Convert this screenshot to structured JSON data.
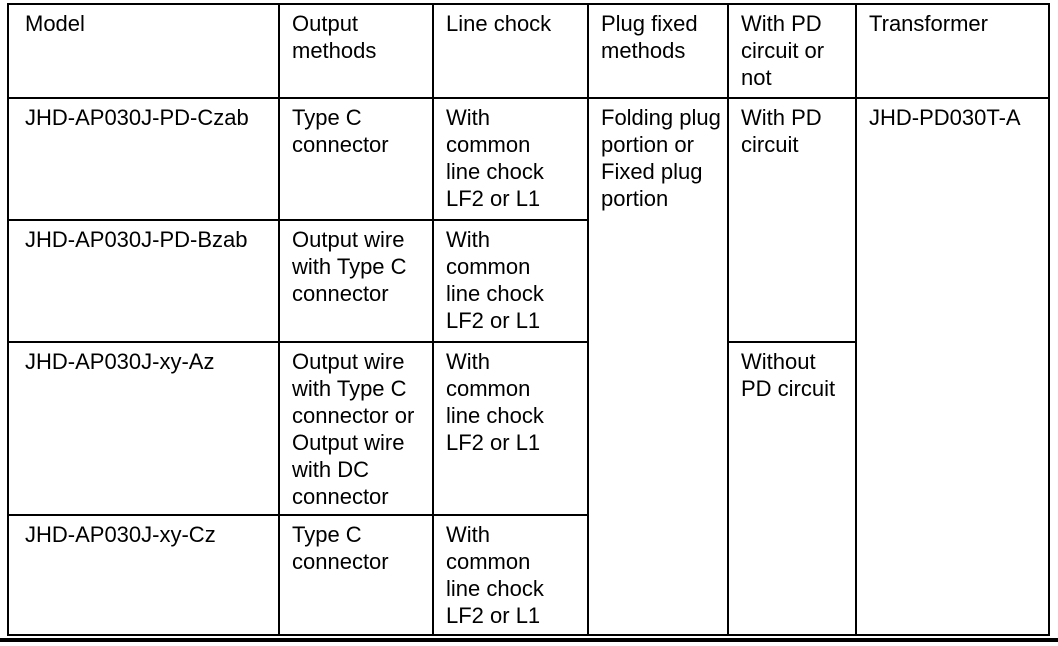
{
  "table": {
    "header": {
      "model": "Model",
      "output_methods": "Output\nmethods",
      "line_chock": "Line chock",
      "plug_fixed_methods": "Plug fixed\nmethods",
      "with_pd_circuit_or_not": "With PD\ncircuit or\nnot",
      "transformer": "Transformer"
    },
    "rows": [
      {
        "model": "JHD-AP030J-PD-Czab",
        "output": "Type C\nconnector",
        "chock": "With\ncommon\nline chock\nLF2 or L1"
      },
      {
        "model": "JHD-AP030J-PD-Bzab",
        "output": "Output wire\nwith Type C\nconnector",
        "chock": "With\ncommon\nline chock\nLF2 or L1"
      },
      {
        "model": "JHD-AP030J-xy-Az",
        "output": "Output wire\nwith Type C\nconnector or\nOutput wire\nwith DC\nconnector",
        "chock": "With\ncommon\nline chock\nLF2 or L1"
      },
      {
        "model": "JHD-AP030J-xy-Cz",
        "output": "Type C\nconnector",
        "chock": "With\ncommon\nline chock\nLF2 or L1"
      }
    ],
    "merged": {
      "plug_fixed": "Folding plug\nportion or\nFixed plug\nportion",
      "with_pd": "With PD\ncircuit",
      "without_pd": "Without\nPD circuit",
      "transformer_model": "JHD-PD030T-A"
    },
    "colors": {
      "border": "#000000",
      "text": "#000000",
      "background": "#ffffff"
    }
  }
}
